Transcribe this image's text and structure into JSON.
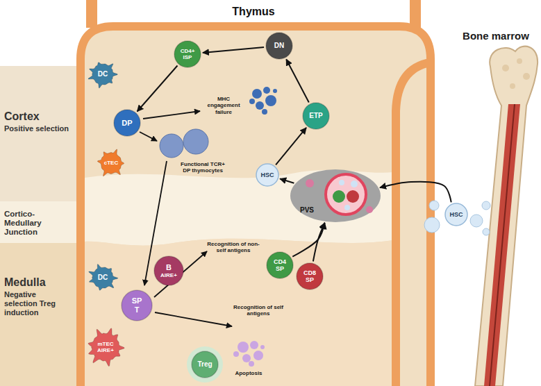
{
  "diagram": {
    "title": "Thymus",
    "nodes": [
      {
        "text": [
          "Cortex",
          "Positive selection"
        ]
      },
      {
        "text": [
          "Cortico-Medullary Junction"
        ]
      },
      {
        "text": [
          "Medulla",
          "Negative selection Treg induction"
        ]
      },
      {
        "text": [
          "DC"
        ]
      },
      {
        "text": [
          "CD4+ ISP"
        ]
      },
      {
        "text": [
          "DN"
        ]
      },
      {
        "text": [
          "ETP"
        ]
      },
      {
        "text": [
          "DP"
        ]
      },
      {
        "text": [
          "cTEC"
        ]
      },
      {
        "text": [
          "HSC"
        ]
      },
      {
        "text": [
          "PVS"
        ]
      },
      {
        "text": [
          "HSC"
        ]
      },
      {
        "text": [
          "DC"
        ]
      },
      {
        "text": [
          "B",
          "AIRE+"
        ]
      },
      {
        "text": [
          "SP T"
        ]
      },
      {
        "text": [
          "CD4 SP"
        ]
      },
      {
        "text": [
          "CD8 SP"
        ]
      },
      {
        "text": [
          "mTEC AIRE+"
        ]
      },
      {
        "text": [
          "Treg"
        ]
      }
    ],
    "edges": [
      {
        "from": 6,
        "to": 5,
        "arrow": "to"
      },
      {
        "from": 5,
        "to": 4,
        "arrow": "to"
      },
      {
        "from": 4,
        "to": 7,
        "arrow": "to"
      },
      {
        "from": 11,
        "to": 10,
        "arrow": "to"
      },
      {
        "from": 10,
        "to": 9,
        "arrow": "to"
      },
      {
        "from": 9,
        "to": 6,
        "arrow": "to"
      },
      {
        "from": 15,
        "to": 10,
        "arrow": "to"
      },
      {
        "from": 16,
        "to": 10,
        "arrow": "to"
      }
    ],
    "labels": [
      "Bone marrow",
      "MHC engagement failure",
      "Functional TCR+ DP thymocytes",
      "Recognition of non-self antigens",
      "Recognition of self antigens",
      "Apoptosis"
    ]
  }
}
